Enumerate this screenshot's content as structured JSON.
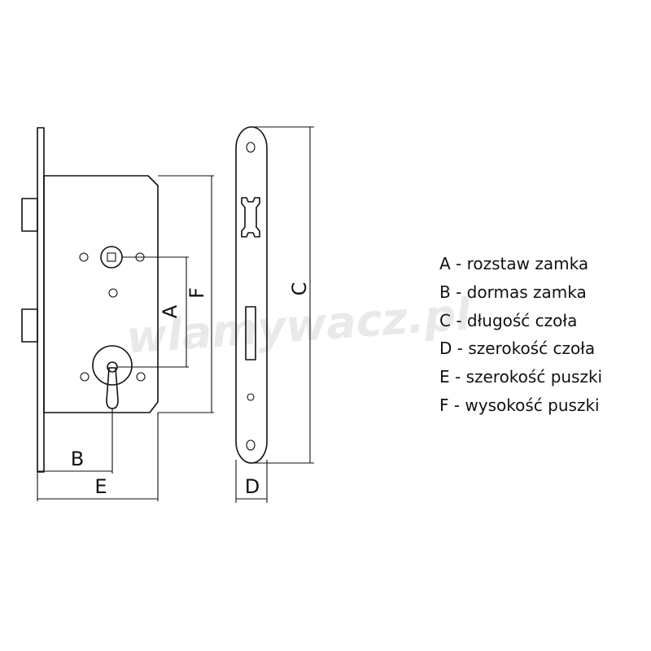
{
  "diagram": {
    "watermark": "wlamywacz.pl",
    "dimension_letters": {
      "a": "A",
      "b": "B",
      "c": "C",
      "d": "D",
      "e": "E",
      "f": "F"
    },
    "legend": [
      "A - rozstaw zamka",
      "B - dormas zamka",
      "C - długość czoła",
      "D - szerokość czoła",
      "E - szerokość puszki",
      "F - wysokość puszki"
    ]
  }
}
